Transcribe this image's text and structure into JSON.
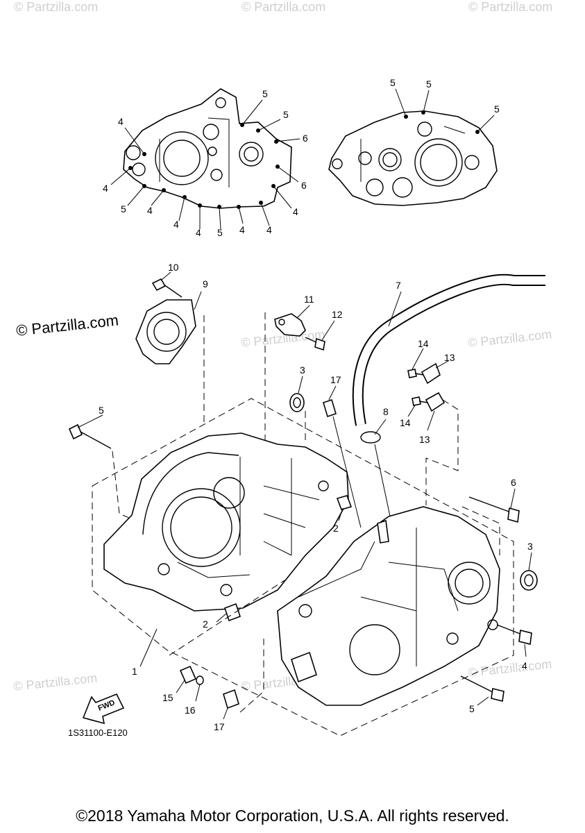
{
  "watermark_text": "© Partzilla.com",
  "diagram_ref": "1S31100-E120",
  "copyright": "©2018 Yamaha Motor Corporation, U.S.A. All rights reserved.",
  "fwd_label": "FWD",
  "callouts": {
    "gasket_left": [
      "5",
      "5",
      "6",
      "6",
      "4",
      "4",
      "4",
      "5",
      "4",
      "4",
      "4",
      "5",
      "4",
      "4"
    ],
    "gasket_right": [
      "5",
      "5",
      "5"
    ],
    "main": [
      "10",
      "9",
      "11",
      "12",
      "7",
      "14",
      "13",
      "3",
      "17",
      "8",
      "14",
      "13",
      "5",
      "6",
      "2",
      "3",
      "2",
      "1",
      "4",
      "15",
      "16",
      "17",
      "5"
    ]
  }
}
